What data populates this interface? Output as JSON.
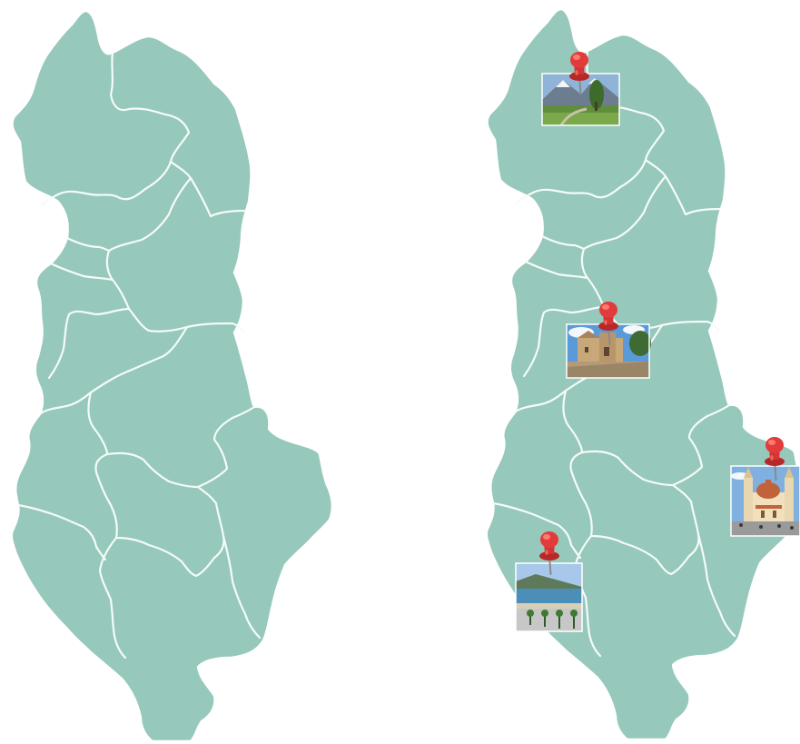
{
  "theme": {
    "land_color": "#96c8bb",
    "border_color": "#f5fbf9",
    "pin_color": "#e23b3b",
    "pin_highlight": "#ff8a7a",
    "background": "#ffffff"
  },
  "maps": [
    {
      "id": "plain",
      "label": "",
      "markers": []
    },
    {
      "id": "pinned",
      "label": "",
      "markers": [
        {
          "id": "north-mountains",
          "icon": "pushpin-icon",
          "photo": "mountain-valley-photo"
        },
        {
          "id": "central-castle",
          "icon": "pushpin-icon",
          "photo": "castle-church-photo"
        },
        {
          "id": "east-cathedral",
          "icon": "pushpin-icon",
          "photo": "cathedral-photo"
        },
        {
          "id": "south-coast",
          "icon": "pushpin-icon",
          "photo": "coastal-promenade-photo"
        }
      ]
    }
  ]
}
